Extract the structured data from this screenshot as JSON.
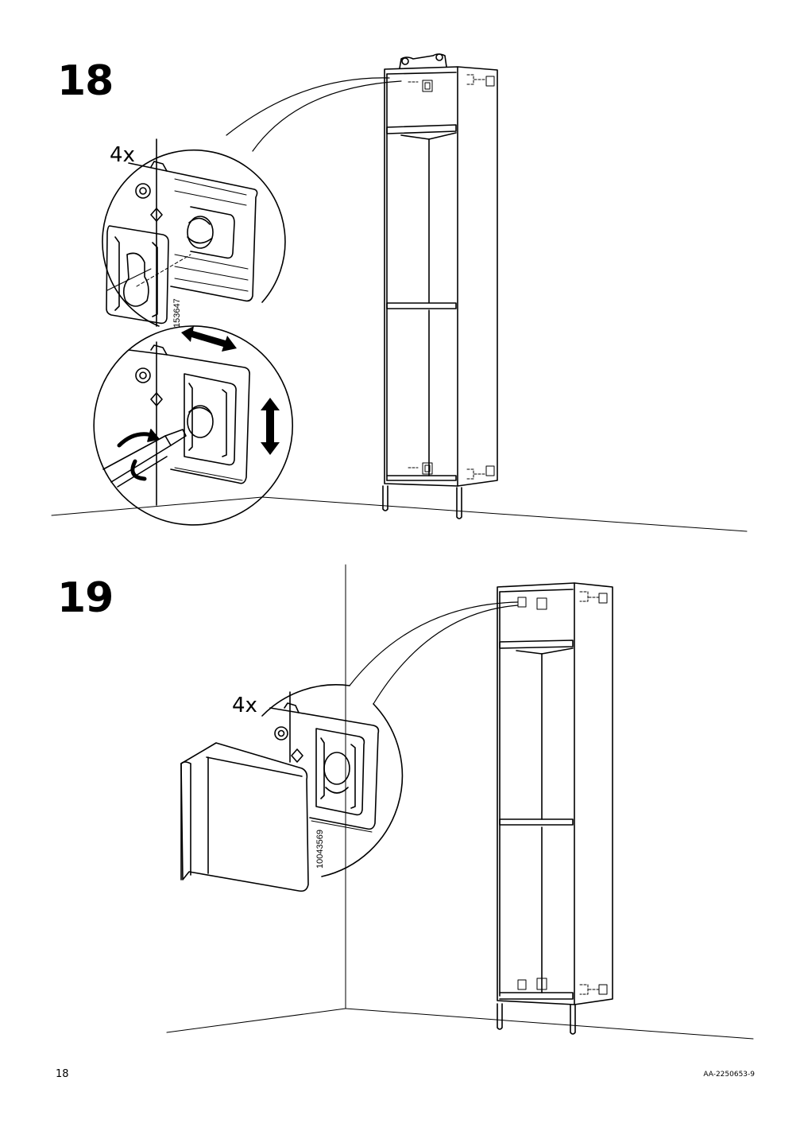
{
  "steps": [
    {
      "number": "18",
      "quantity": "4x",
      "part_number": "153647"
    },
    {
      "number": "19",
      "quantity": "4x",
      "part_number": "10043569"
    }
  ],
  "footer": {
    "page_number": "18",
    "document_code": "AA-2250653-9"
  }
}
